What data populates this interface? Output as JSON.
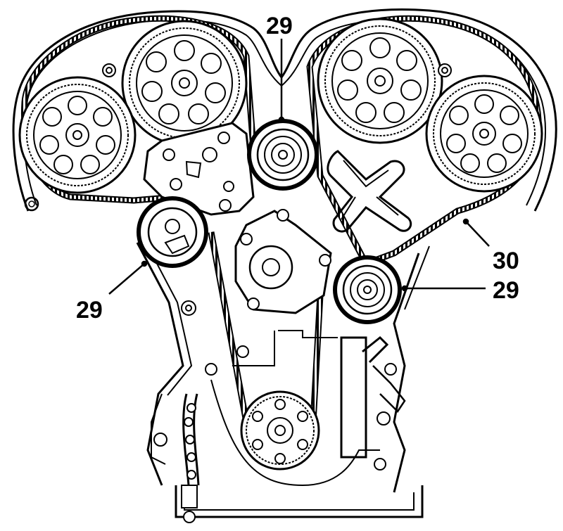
{
  "diagram": {
    "callouts": [
      {
        "id": "tensioner-top",
        "label": "29"
      },
      {
        "id": "tensioner-left",
        "label": "29"
      },
      {
        "id": "belt",
        "label": "30"
      },
      {
        "id": "tensioner-right",
        "label": "29"
      }
    ]
  },
  "colors": {
    "line": "#000000",
    "background": "#ffffff"
  }
}
